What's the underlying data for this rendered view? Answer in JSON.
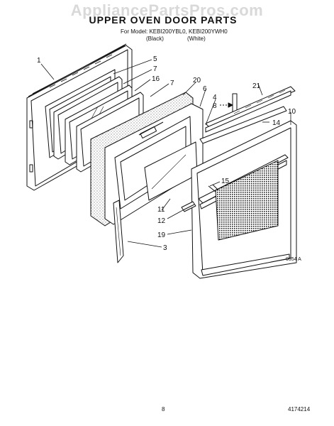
{
  "watermark": "AppliancePartsPros.com",
  "header": {
    "title": "UPPER OVEN DOOR PARTS",
    "model_line": "For Model: KEBI200YBL0, KEBI200YWH0",
    "variant_black": "(Black)",
    "variant_white": "(White)"
  },
  "callouts": {
    "c1": "1",
    "c3": "3",
    "c4": "4",
    "c5": "5",
    "c6": "6",
    "c7a": "7",
    "c7b": "7",
    "c8": "8",
    "c10": "10",
    "c11": "11",
    "c12": "12",
    "c14": "14",
    "c15": "15",
    "c16": "16",
    "c19": "19",
    "c20": "20",
    "c21": "21"
  },
  "footer": {
    "page_number": "8",
    "document_number": "4174214",
    "figure_code": "0554 A"
  },
  "colors": {
    "ink": "#111111",
    "watermark": "#d9d9d9",
    "background": "#ffffff"
  }
}
